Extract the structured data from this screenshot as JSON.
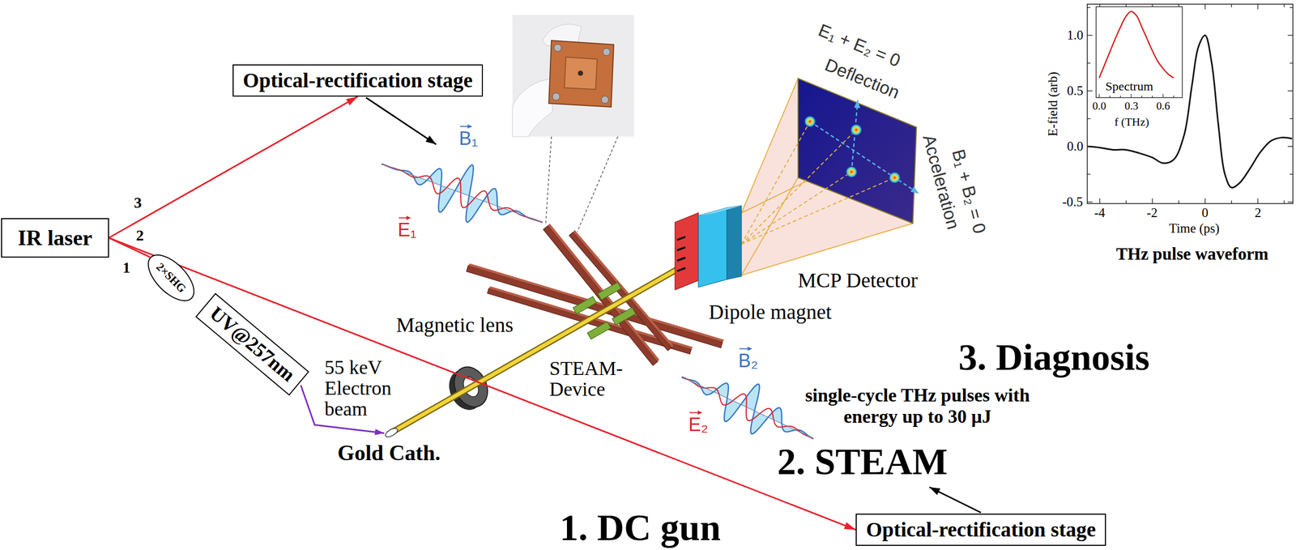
{
  "diagram": {
    "nodes": [
      {
        "text": [
          "IR laser"
        ]
      },
      {
        "text": [
          "Optical-rectification stage"
        ]
      },
      {
        "text": [
          "2×SHG"
        ]
      },
      {
        "text": [
          "UV@257nm"
        ]
      },
      {
        "text": [
          "Optical-rectification stage"
        ]
      }
    ],
    "edges": [
      {
        "from": 0,
        "to": 1,
        "arrow": "to"
      },
      {
        "from": 0,
        "to": 2,
        "arrow": "none"
      },
      {
        "from": 0,
        "to": 4,
        "arrow": "to"
      }
    ],
    "labels": [
      "3",
      "2",
      "1",
      "B₁",
      "E₁",
      "E₁ + E₂ = 0",
      "Deflection",
      "B₁ + B₂ = 0",
      "Acceleration",
      "MCP Detector",
      "Magnetic lens",
      "Dipole magnet",
      "55 keV Electron beam",
      "STEAM-Device",
      "B₂",
      "E₂",
      "Gold Cath.",
      "single-cycle THz pulses with energy up to 30 μJ",
      "3. Diagnosis",
      "2. STEAM",
      "1. DC gun",
      "E-field (arb)",
      "1.0",
      "0.5",
      "0.0",
      "-0.5",
      "-4",
      "-2",
      "0",
      "2",
      "Time (ps)",
      "Spectrum",
      "0.0",
      "0.3",
      "0.6",
      "f (THz)",
      "THz pulse waveform"
    ]
  }
}
